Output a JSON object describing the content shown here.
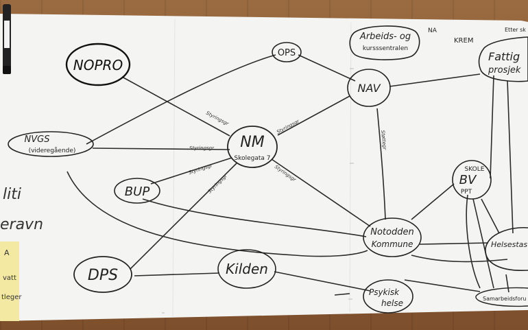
{
  "nodes": {
    "nm": {
      "title": "NM",
      "subtitle": "Skolegata 7"
    },
    "nopro": "NOPRO",
    "ops": "OPS",
    "arbeid_line1": "Arbeids- og",
    "arbeid_line2": "kursssentralen",
    "arbeid_note": "NA",
    "nav": "NAV",
    "fattig_line1": "Fattig",
    "fattig_line2": "prosjek",
    "krem": "KREM",
    "etter": "Etter sk",
    "nvgs_line1": "NVGS",
    "nvgs_line2": "(videregående)",
    "bup": "BUP",
    "dps": "DPS",
    "kilden": "Kilden",
    "notodden_line1": "Notodden",
    "notodden_line2": "Kommune",
    "psykisk_line1": "Psykisk",
    "psykisk_line2": "helse",
    "skole": "SKOLE",
    "bv": "BV",
    "ppt": "PPT",
    "helsestasjon": "Helsestas",
    "samarbeid": "Samarbeidsforu"
  },
  "edge_labels": {
    "styringsgr": "Styringsgr",
    "stottegr": "Støttegr"
  },
  "left_edge_text": [
    "liti",
    "eravn"
  ],
  "sticky_note_lines": [
    "A",
    "vatt",
    "tleger"
  ]
}
